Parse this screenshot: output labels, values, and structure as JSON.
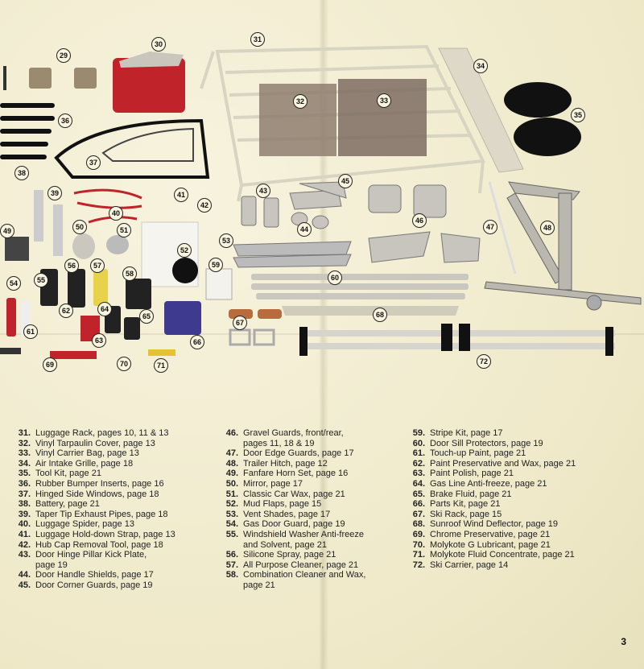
{
  "page_number": "3",
  "callouts": [
    {
      "id": "c29",
      "label": "29"
    },
    {
      "id": "c30",
      "label": "30"
    },
    {
      "id": "c31",
      "label": "31"
    },
    {
      "id": "c32",
      "label": "32"
    },
    {
      "id": "c33",
      "label": "33"
    },
    {
      "id": "c34",
      "label": "34"
    },
    {
      "id": "c35",
      "label": "35"
    },
    {
      "id": "c36",
      "label": "36"
    },
    {
      "id": "c37",
      "label": "37"
    },
    {
      "id": "c38",
      "label": "38"
    },
    {
      "id": "c39",
      "label": "39"
    },
    {
      "id": "c40",
      "label": "40"
    },
    {
      "id": "c41",
      "label": "41"
    },
    {
      "id": "c42",
      "label": "42"
    },
    {
      "id": "c43",
      "label": "43"
    },
    {
      "id": "c44",
      "label": "44"
    },
    {
      "id": "c45",
      "label": "45"
    },
    {
      "id": "c46",
      "label": "46"
    },
    {
      "id": "c47",
      "label": "47"
    },
    {
      "id": "c48",
      "label": "48"
    },
    {
      "id": "c49",
      "label": "49"
    },
    {
      "id": "c50",
      "label": "50"
    },
    {
      "id": "c51",
      "label": "51"
    },
    {
      "id": "c52",
      "label": "52"
    },
    {
      "id": "c53",
      "label": "53"
    },
    {
      "id": "c54",
      "label": "54"
    },
    {
      "id": "c55",
      "label": "55"
    },
    {
      "id": "c56",
      "label": "56"
    },
    {
      "id": "c57",
      "label": "57"
    },
    {
      "id": "c58",
      "label": "58"
    },
    {
      "id": "c59",
      "label": "59"
    },
    {
      "id": "c60",
      "label": "60"
    },
    {
      "id": "c61",
      "label": "61"
    },
    {
      "id": "c62",
      "label": "62"
    },
    {
      "id": "c63",
      "label": "63"
    },
    {
      "id": "c64",
      "label": "64"
    },
    {
      "id": "c65",
      "label": "65"
    },
    {
      "id": "c66",
      "label": "66"
    },
    {
      "id": "c67",
      "label": "67"
    },
    {
      "id": "c68",
      "label": "68"
    },
    {
      "id": "c69",
      "label": "69"
    },
    {
      "id": "c70",
      "label": "70"
    },
    {
      "id": "c71",
      "label": "71"
    },
    {
      "id": "c72",
      "label": "72"
    }
  ],
  "legend": {
    "col1": [
      {
        "num": "31.",
        "text": "Luggage Rack, pages 10, 11 & 13"
      },
      {
        "num": "32.",
        "text": "Vinyl Tarpaulin Cover, page 13"
      },
      {
        "num": "33.",
        "text": "Vinyl Carrier Bag, page 13"
      },
      {
        "num": "34.",
        "text": "Air Intake Grille, page 18"
      },
      {
        "num": "35.",
        "text": "Tool Kit, page 21"
      },
      {
        "num": "36.",
        "text": "Rubber Bumper Inserts, page 16"
      },
      {
        "num": "37.",
        "text": "Hinged Side Windows, page 18"
      },
      {
        "num": "38.",
        "text": "Battery, page 21"
      },
      {
        "num": "39.",
        "text": "Taper Tip Exhaust Pipes, page 18"
      },
      {
        "num": "40.",
        "text": "Luggage Spider, page 13"
      },
      {
        "num": "41.",
        "text": "Luggage Hold-down Strap, page 13"
      },
      {
        "num": "42.",
        "text": "Hub Cap Removal Tool, page 18"
      },
      {
        "num": "43.",
        "text": "Door Hinge Pillar Kick Plate,",
        "cont": "page 19"
      },
      {
        "num": "44.",
        "text": "Door Handle Shields, page 17"
      },
      {
        "num": "45.",
        "text": "Door Corner Guards, page 19"
      }
    ],
    "col2": [
      {
        "num": "46.",
        "text": "Gravel Guards, front/rear,",
        "cont": "pages 11, 18 & 19"
      },
      {
        "num": "47.",
        "text": "Door Edge Guards, page 17"
      },
      {
        "num": "48.",
        "text": "Trailer Hitch, page 12"
      },
      {
        "num": "49.",
        "text": "Fanfare Horn Set, page 16"
      },
      {
        "num": "50.",
        "text": "Mirror, page 17"
      },
      {
        "num": "51.",
        "text": "Classic Car Wax, page 21"
      },
      {
        "num": "52.",
        "text": "Mud Flaps, page 15"
      },
      {
        "num": "53.",
        "text": "Vent Shades, page 17"
      },
      {
        "num": "54.",
        "text": "Gas Door Guard, page 19"
      },
      {
        "num": "55.",
        "text": "Windshield Washer Anti-freeze",
        "cont": "and Solvent, page 21"
      },
      {
        "num": "56.",
        "text": "Silicone Spray, page 21"
      },
      {
        "num": "57.",
        "text": "All Purpose Cleaner, page 21"
      },
      {
        "num": "58.",
        "text": "Combination Cleaner and Wax,",
        "cont": "page 21"
      }
    ],
    "col3": [
      {
        "num": "59.",
        "text": "Stripe Kit, page 17"
      },
      {
        "num": "60.",
        "text": "Door Sill Protectors, page 19"
      },
      {
        "num": "61.",
        "text": "Touch-up Paint, page 21"
      },
      {
        "num": "62.",
        "text": "Paint Preservative and Wax, page 21"
      },
      {
        "num": "63.",
        "text": "Paint Polish, page 21"
      },
      {
        "num": "64.",
        "text": "Gas Line Anti-freeze, page 21"
      },
      {
        "num": "65.",
        "text": "Brake Fluid, page 21"
      },
      {
        "num": "66.",
        "text": "Parts Kit, page 21"
      },
      {
        "num": "67.",
        "text": "Ski Rack, page 15"
      },
      {
        "num": "68.",
        "text": "Sunroof Wind Deflector, page 19"
      },
      {
        "num": "69.",
        "text": "Chrome Preservative, page 21"
      },
      {
        "num": "70.",
        "text": "Molykote G Lubricant, page 21"
      },
      {
        "num": "71.",
        "text": "Molykote Fluid Concentrate, page 21"
      },
      {
        "num": "72.",
        "text": "Ski Carrier, page 14"
      }
    ]
  }
}
